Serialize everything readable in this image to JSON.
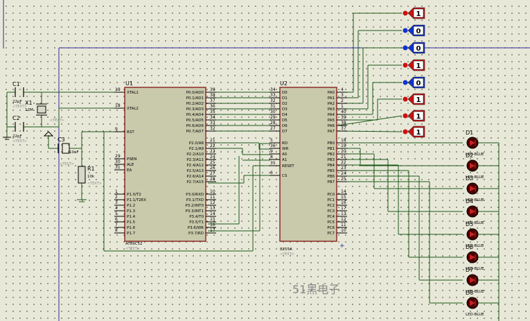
{
  "u1": {
    "ref": "U1",
    "part": "AT89C52",
    "text": "<TEXT>",
    "left_pins": [
      {
        "num": "19",
        "name": "XTAL1"
      },
      {
        "num": "18",
        "name": "XTAL2"
      },
      {
        "num": "9",
        "name": "RST"
      },
      {
        "num": "29",
        "name": "PSEN"
      },
      {
        "num": "30",
        "name": "ALE"
      },
      {
        "num": "31",
        "name": "EA"
      },
      {
        "num": "1",
        "name": "P1.0/T2"
      },
      {
        "num": "2",
        "name": "P1.1/T2EX"
      },
      {
        "num": "3",
        "name": "P1.2"
      },
      {
        "num": "4",
        "name": "P1.3"
      },
      {
        "num": "5",
        "name": "P1.4"
      },
      {
        "num": "6",
        "name": "P1.5"
      },
      {
        "num": "7",
        "name": "P1.6"
      },
      {
        "num": "8",
        "name": "P1.7"
      }
    ],
    "right_pins": [
      {
        "num": "39",
        "name": "P0.0/AD0"
      },
      {
        "num": "38",
        "name": "P0.1/AD1"
      },
      {
        "num": "37",
        "name": "P0.2/AD2"
      },
      {
        "num": "36",
        "name": "P0.3/AD3"
      },
      {
        "num": "35",
        "name": "P0.4/AD4"
      },
      {
        "num": "34",
        "name": "P0.5/AD5"
      },
      {
        "num": "33",
        "name": "P0.6/AD6"
      },
      {
        "num": "32",
        "name": "P0.7/AD7"
      },
      {
        "num": "21",
        "name": "P2.0/A8"
      },
      {
        "num": "22",
        "name": "P2.1/A9"
      },
      {
        "num": "23",
        "name": "P2.2/A10"
      },
      {
        "num": "24",
        "name": "P2.3/A11"
      },
      {
        "num": "25",
        "name": "P2.4/A12"
      },
      {
        "num": "26",
        "name": "P2.5/A13"
      },
      {
        "num": "27",
        "name": "P2.6/A14"
      },
      {
        "num": "28",
        "name": "P2.7/A15"
      },
      {
        "num": "10",
        "name": "P3.0/RXD"
      },
      {
        "num": "11",
        "name": "P3.1/TXD"
      },
      {
        "num": "12",
        "name": "P3.2/INT0"
      },
      {
        "num": "13",
        "name": "P3.3/INT1"
      },
      {
        "num": "14",
        "name": "P3.4/T0"
      },
      {
        "num": "15",
        "name": "P3.5/T1"
      },
      {
        "num": "16",
        "name": "P3.6/WR"
      },
      {
        "num": "17",
        "name": "P3.7/RD"
      }
    ]
  },
  "u2": {
    "ref": "U2",
    "part": "8255A",
    "text": "<TEXT>",
    "left_pins": [
      {
        "num": "34",
        "name": "D0"
      },
      {
        "num": "33",
        "name": "D1"
      },
      {
        "num": "32",
        "name": "D2"
      },
      {
        "num": "31",
        "name": "D3"
      },
      {
        "num": "30",
        "name": "D4"
      },
      {
        "num": "29",
        "name": "D5"
      },
      {
        "num": "28",
        "name": "D6"
      },
      {
        "num": "27",
        "name": "D7"
      },
      {
        "num": "5",
        "name": "RD"
      },
      {
        "num": "36",
        "name": "WR"
      },
      {
        "num": "9",
        "name": "A0"
      },
      {
        "num": "8",
        "name": "A1"
      },
      {
        "num": "35",
        "name": "RESET"
      },
      {
        "num": "6",
        "name": "CS"
      }
    ],
    "right_pins": [
      {
        "num": "4",
        "name": "PA0"
      },
      {
        "num": "3",
        "name": "PA1"
      },
      {
        "num": "2",
        "name": "PA2"
      },
      {
        "num": "1",
        "name": "PA3"
      },
      {
        "num": "40",
        "name": "PA4"
      },
      {
        "num": "39",
        "name": "PA5"
      },
      {
        "num": "38",
        "name": "PA6"
      },
      {
        "num": "37",
        "name": "PA7"
      },
      {
        "num": "18",
        "name": "PB0"
      },
      {
        "num": "19",
        "name": "PB1"
      },
      {
        "num": "20",
        "name": "PB2"
      },
      {
        "num": "21",
        "name": "PB3"
      },
      {
        "num": "22",
        "name": "PB4"
      },
      {
        "num": "23",
        "name": "PB5"
      },
      {
        "num": "24",
        "name": "PB6"
      },
      {
        "num": "25",
        "name": "PB7"
      },
      {
        "num": "14",
        "name": "PC0"
      },
      {
        "num": "15",
        "name": "PC1"
      },
      {
        "num": "16",
        "name": "PC2"
      },
      {
        "num": "17",
        "name": "PC3"
      },
      {
        "num": "13",
        "name": "PC4"
      },
      {
        "num": "12",
        "name": "PC5"
      },
      {
        "num": "11",
        "name": "PC6"
      },
      {
        "num": "10",
        "name": "PC7"
      }
    ]
  },
  "c1": {
    "ref": "C1",
    "value": "22pF",
    "text": "<TEXT>"
  },
  "c2": {
    "ref": "C2",
    "value": "22pF",
    "text": "<TEXT>"
  },
  "c3": {
    "ref": "C3",
    "value": "10uF",
    "text": "<TEXT>"
  },
  "x1": {
    "ref": "X1",
    "value": "12M",
    "text": "<TEXT>"
  },
  "r1": {
    "ref": "R1",
    "value": "10k",
    "text": "<TEXT>"
  },
  "probes": [
    "1",
    "0",
    "0",
    "1",
    "0",
    "1",
    "1",
    "1"
  ],
  "probe_colors": {
    "high": "#cc1111",
    "low": "#1133cc"
  },
  "leds": [
    {
      "ref": "D1",
      "part": "LED-BLUE"
    },
    {
      "ref": "D2",
      "part": "LED-BLUE"
    },
    {
      "ref": "D3",
      "part": "LED-BLUE"
    },
    {
      "ref": "D4",
      "part": "LED-BLUE"
    },
    {
      "ref": "D5",
      "part": "LED-BLUE"
    },
    {
      "ref": "D6",
      "part": "LED-BLUE"
    },
    {
      "ref": "D7",
      "part": "LED-BLUE"
    },
    {
      "ref": "D8",
      "part": "LED-BLUE"
    }
  ],
  "watermark": "51黑电子"
}
